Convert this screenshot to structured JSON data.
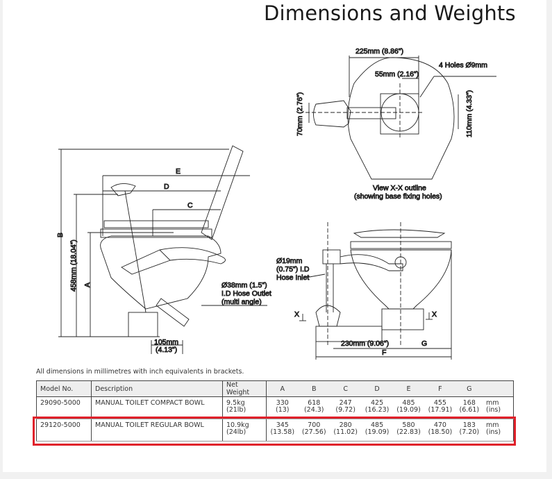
{
  "title": "Dimensions and Weights",
  "drawing_labels": {
    "top_view": {
      "width_225": "225mm (8.86\")",
      "holes": "4 Holes Ø9mm",
      "offset_55": "55mm (2.16\")",
      "height_70": "70mm (2.76\")",
      "height_110": "110mm (4.33\")",
      "caption_line1": "View X-X outline",
      "caption_line2": "(showing base fixing holes)"
    },
    "side_view": {
      "E": "E",
      "D": "D",
      "C": "C",
      "B": "B",
      "A": "A",
      "height_458": "458mm (18.04\")",
      "outlet_line1": "Ø38mm (1.5\")",
      "outlet_line2": "I.D Hose Outlet",
      "outlet_line3": "(multi angle)",
      "width_105_line1": "105mm",
      "width_105_line2": "(4.13\")"
    },
    "front_view": {
      "inlet_line1": "Ø19mm",
      "inlet_line2": "(0.75\") I.D",
      "inlet_line3": "Hose Inlet",
      "x_left": "X",
      "x_right": "X",
      "width_230": "230mm (9.06\")",
      "G": "G",
      "F": "F"
    }
  },
  "table": {
    "note": "All dimensions in millimetres with inch equivalents in brackets.",
    "headers": [
      "Model No.",
      "Description",
      "Net Weight",
      "A",
      "B",
      "C",
      "D",
      "E",
      "F",
      "G",
      ""
    ],
    "rows": [
      {
        "model": "29090-5000",
        "description": "MANUAL TOILET COMPACT BOWL",
        "weight_kg": "9.5kg",
        "weight_lb": "(21lb)",
        "mm": [
          "330",
          "618",
          "247",
          "425",
          "485",
          "455",
          "168"
        ],
        "in": [
          "(13)",
          "(24.3)",
          "(9.72)",
          "(16.23)",
          "(19.09)",
          "(17.91)",
          "(6.61)"
        ],
        "unit_mm": "mm",
        "unit_in": "(ins)"
      },
      {
        "model": "29120-5000",
        "description": "MANUAL TOILET REGULAR BOWL",
        "weight_kg": "10.9kg",
        "weight_lb": "(24lb)",
        "mm": [
          "345",
          "700",
          "280",
          "485",
          "580",
          "470",
          "183"
        ],
        "in": [
          "(13.58)",
          "(27.56)",
          "(11.02)",
          "(19.09)",
          "(22.83)",
          "(18.50)",
          "(7.20)"
        ],
        "unit_mm": "mm",
        "unit_in": "(ins)"
      }
    ],
    "highlight_color": "#e0202a"
  }
}
